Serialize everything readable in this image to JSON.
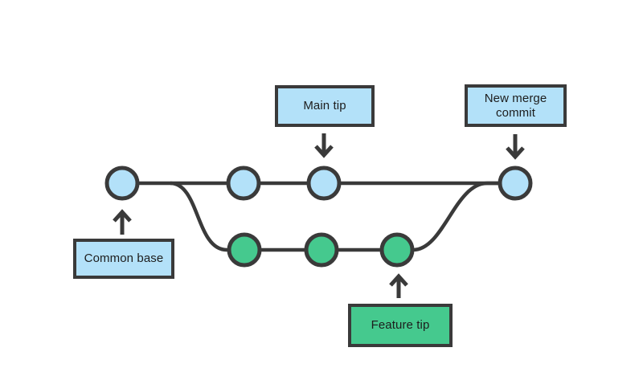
{
  "page": {
    "background": "#ffffff"
  },
  "diagram": {
    "kind": "git-branch-merge-diagram",
    "labels": {
      "main_tip": "Main tip",
      "new_merge_commit": "New merge commit",
      "common_base": "Common base",
      "feature_tip": "Feature tip"
    },
    "branches": {
      "main": {
        "commits": 4,
        "node_color": "#b3e1f9"
      },
      "feature": {
        "commits": 3,
        "node_color": "#45c98e"
      }
    },
    "colors": {
      "node_blue": "#b3e1f9",
      "node_green": "#45c98e",
      "stroke": "#3a3a3a",
      "text": "#1d1d1d",
      "background": "#ffffff"
    }
  }
}
